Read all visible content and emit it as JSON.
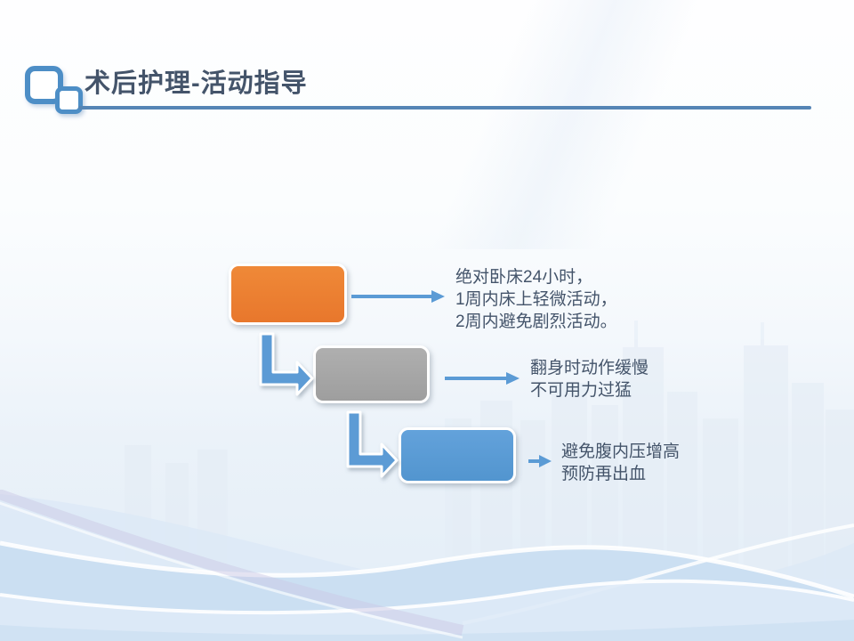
{
  "slide": {
    "title": "术后护理-活动指导",
    "colors": {
      "title_text": "#44546A",
      "title_underline": "#5585B5",
      "body_text": "#44546A",
      "accent_orange": "#ED7D31",
      "accent_gray": "#A5A5A5",
      "accent_blue": "#5B9BD5",
      "arrow_blue": "#5B9BD5"
    },
    "icon": "copy-squares-icon"
  },
  "flowchart": {
    "steps": [
      {
        "box_color": "#ED7D31",
        "lines": [
          "绝对卧床24小时，",
          "1周内床上轻微活动，",
          "2周内避免剧烈活动。"
        ]
      },
      {
        "box_color": "#A5A5A5",
        "lines": [
          "翻身时动作缓慢",
          "不可用力过猛"
        ]
      },
      {
        "box_color": "#5B9BD5",
        "lines": [
          "避免腹内压增高",
          "预防再出血"
        ]
      }
    ]
  }
}
